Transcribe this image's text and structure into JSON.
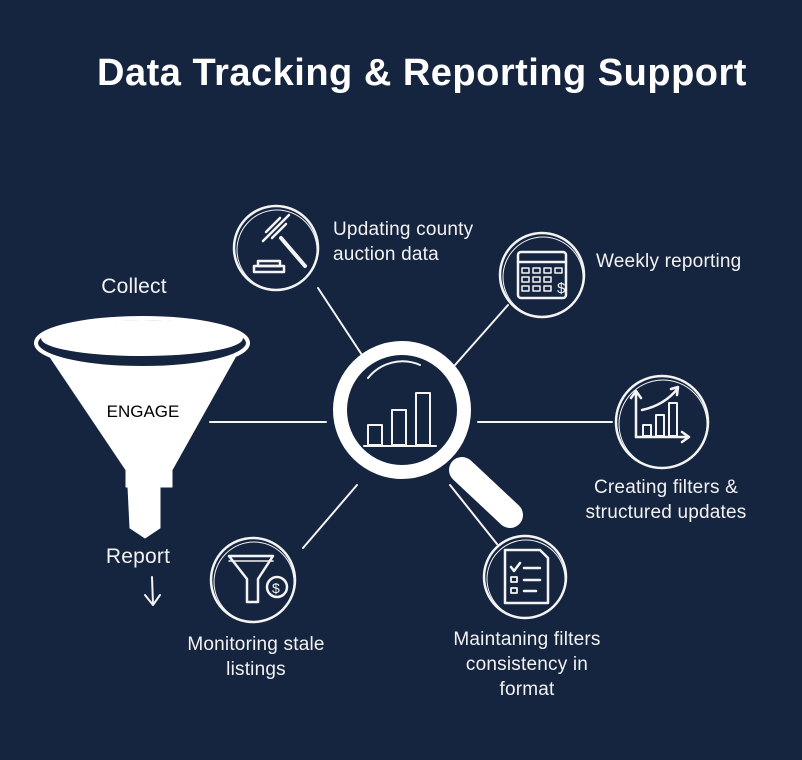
{
  "title": "Data Tracking & Reporting Support",
  "funnel": {
    "top_label": "Collect",
    "inner_label": "ENGAGE",
    "bottom_label": "Report"
  },
  "nodes": [
    {
      "icon": "gavel-icon",
      "lines": [
        "Updating county",
        "auction data"
      ]
    },
    {
      "icon": "calendar-dollar-icon",
      "lines": [
        "Weekly reporting"
      ]
    },
    {
      "icon": "growth-chart-icon",
      "lines": [
        "Creating filters &",
        "structured updates"
      ]
    },
    {
      "icon": "checklist-document-icon",
      "lines": [
        "Maintaning filters",
        "consistency in",
        "format"
      ]
    },
    {
      "icon": "funnel-dollar-icon",
      "lines": [
        "Monitoring stale",
        "listings"
      ]
    }
  ],
  "colors": {
    "background": "#16253f",
    "foreground": "#f4f4f4"
  }
}
